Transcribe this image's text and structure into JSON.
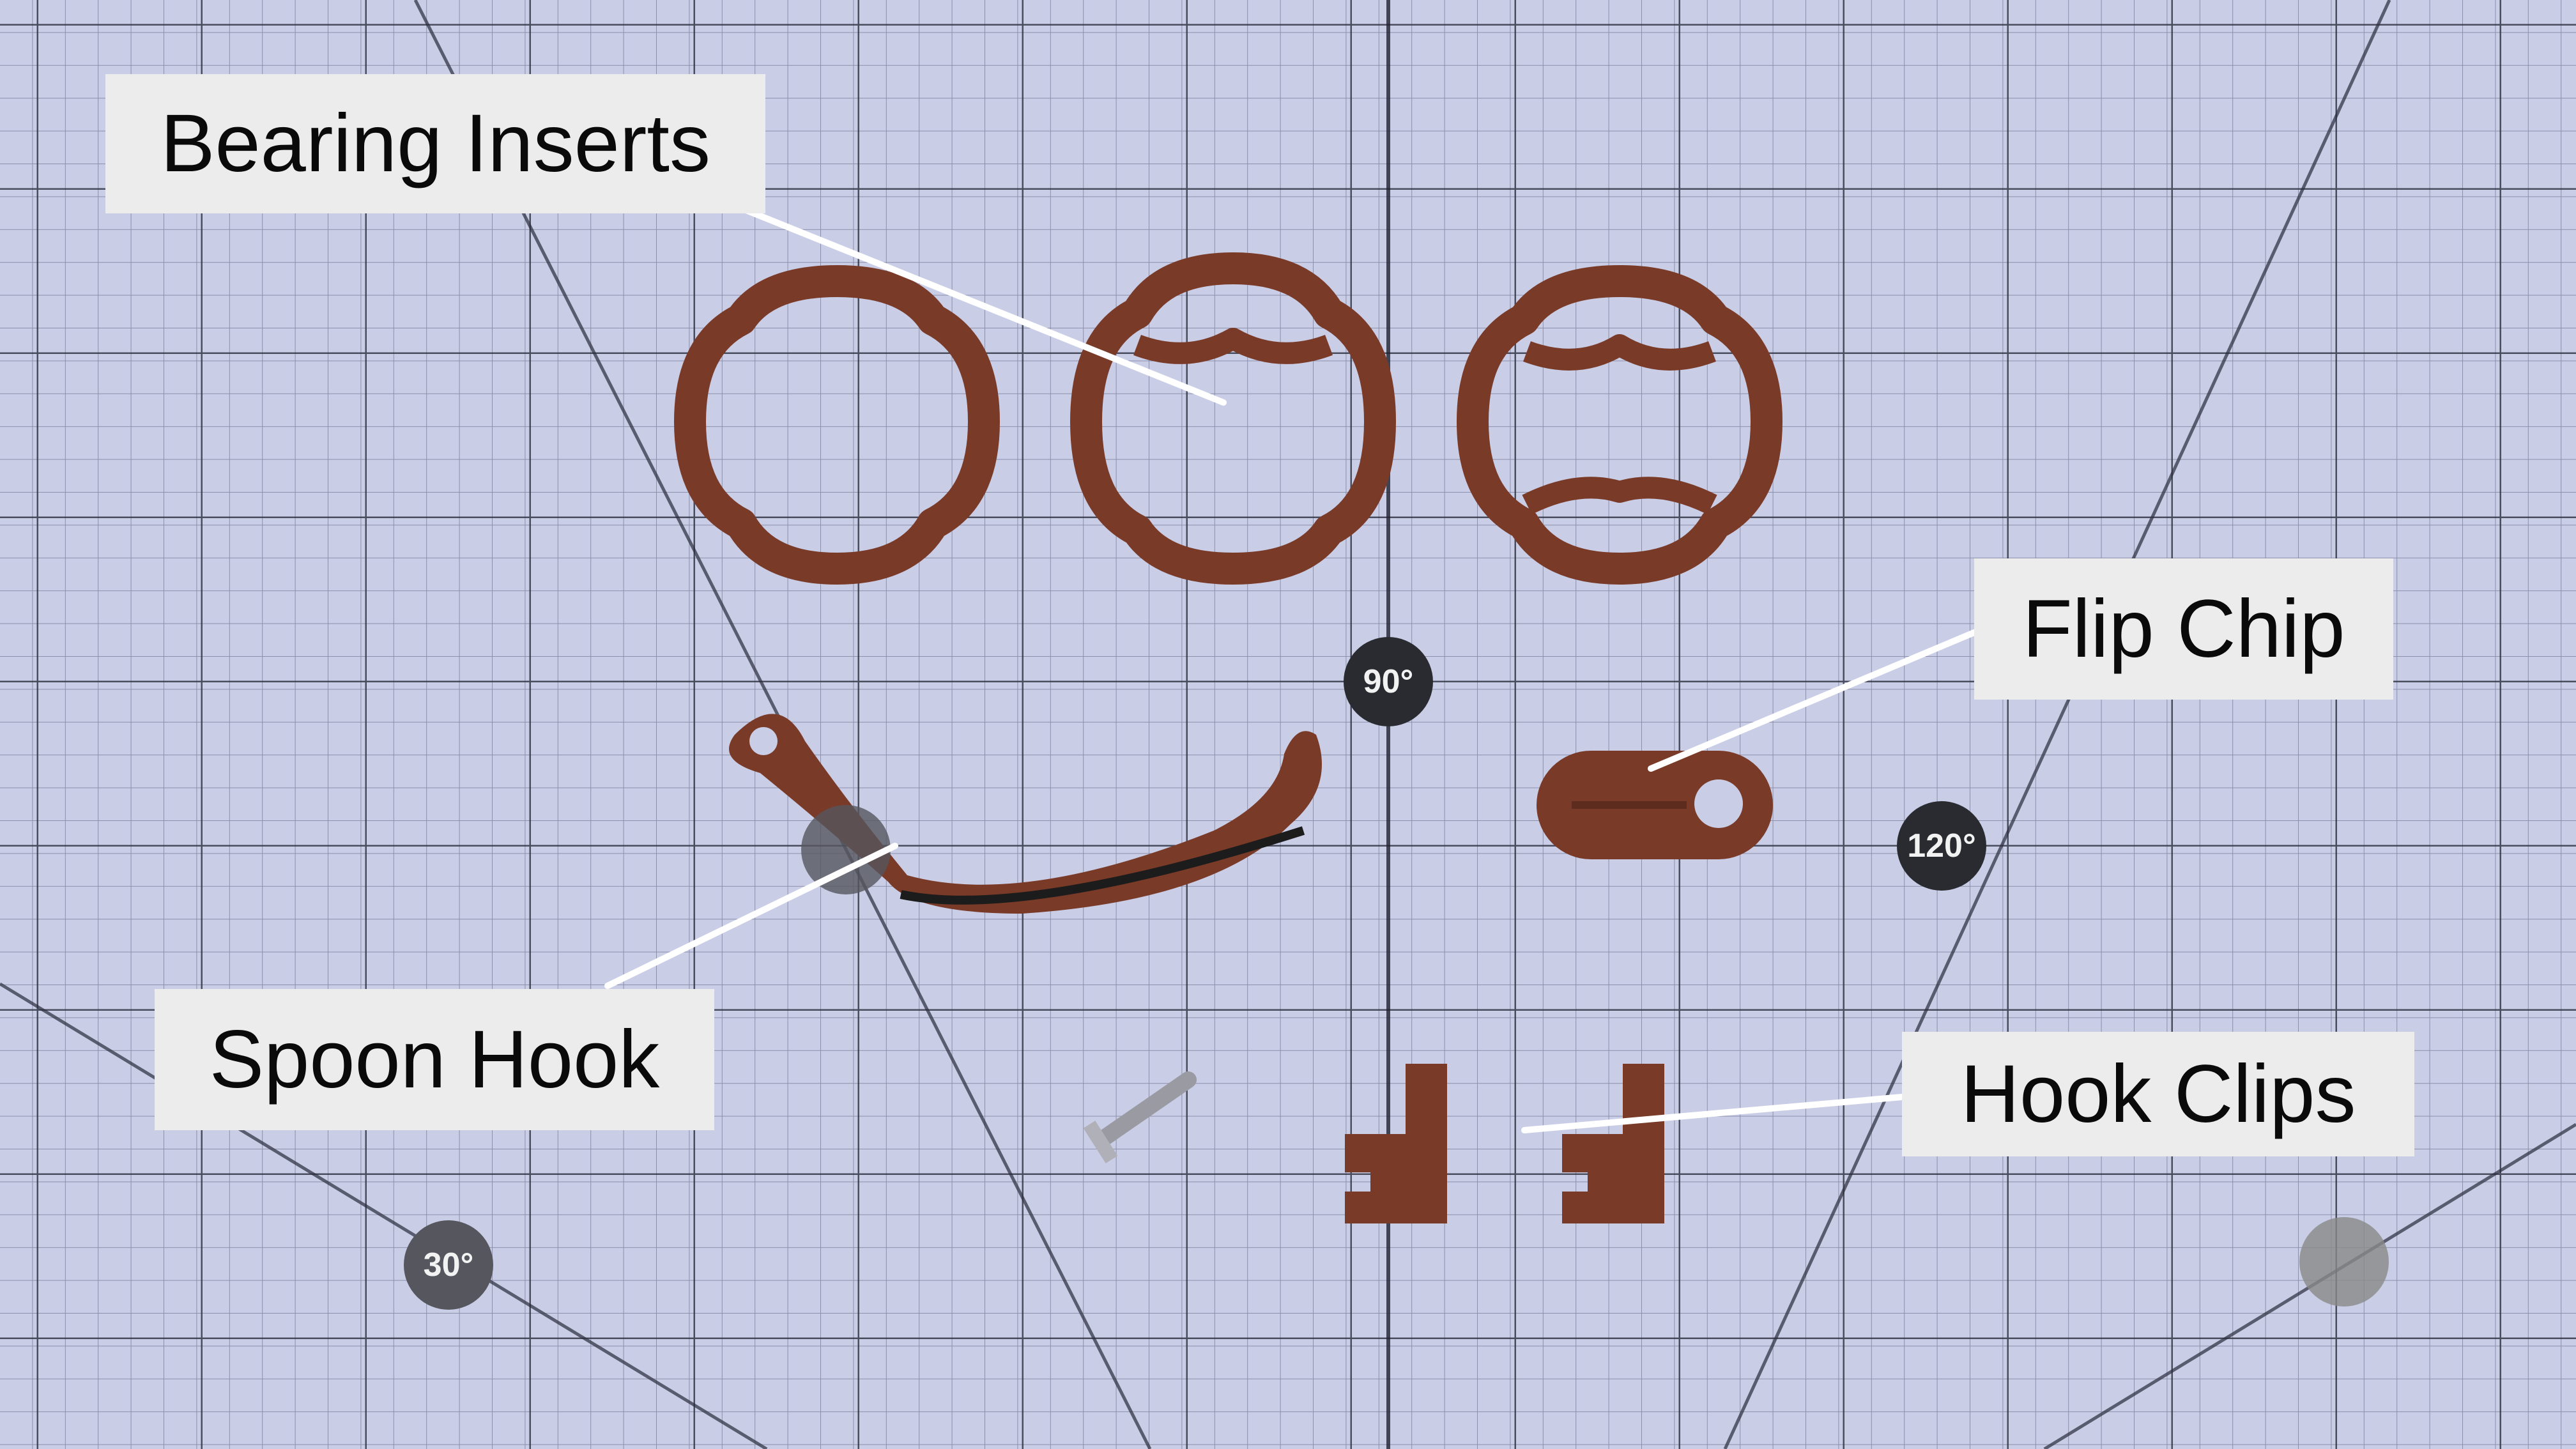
{
  "labels": {
    "bearing_inserts": "Bearing Inserts",
    "flip_chip": "Flip Chip",
    "spoon_hook": "Spoon Hook",
    "hook_clips": "Hook Clips"
  },
  "angle_markers": [
    "90°",
    "120°",
    "30°"
  ],
  "colors": {
    "mat": "#c9cde6",
    "grid": "#2b2d3c",
    "parts": "#7a3a28",
    "label_bg": "#ececec",
    "leader": "#ffffff"
  }
}
